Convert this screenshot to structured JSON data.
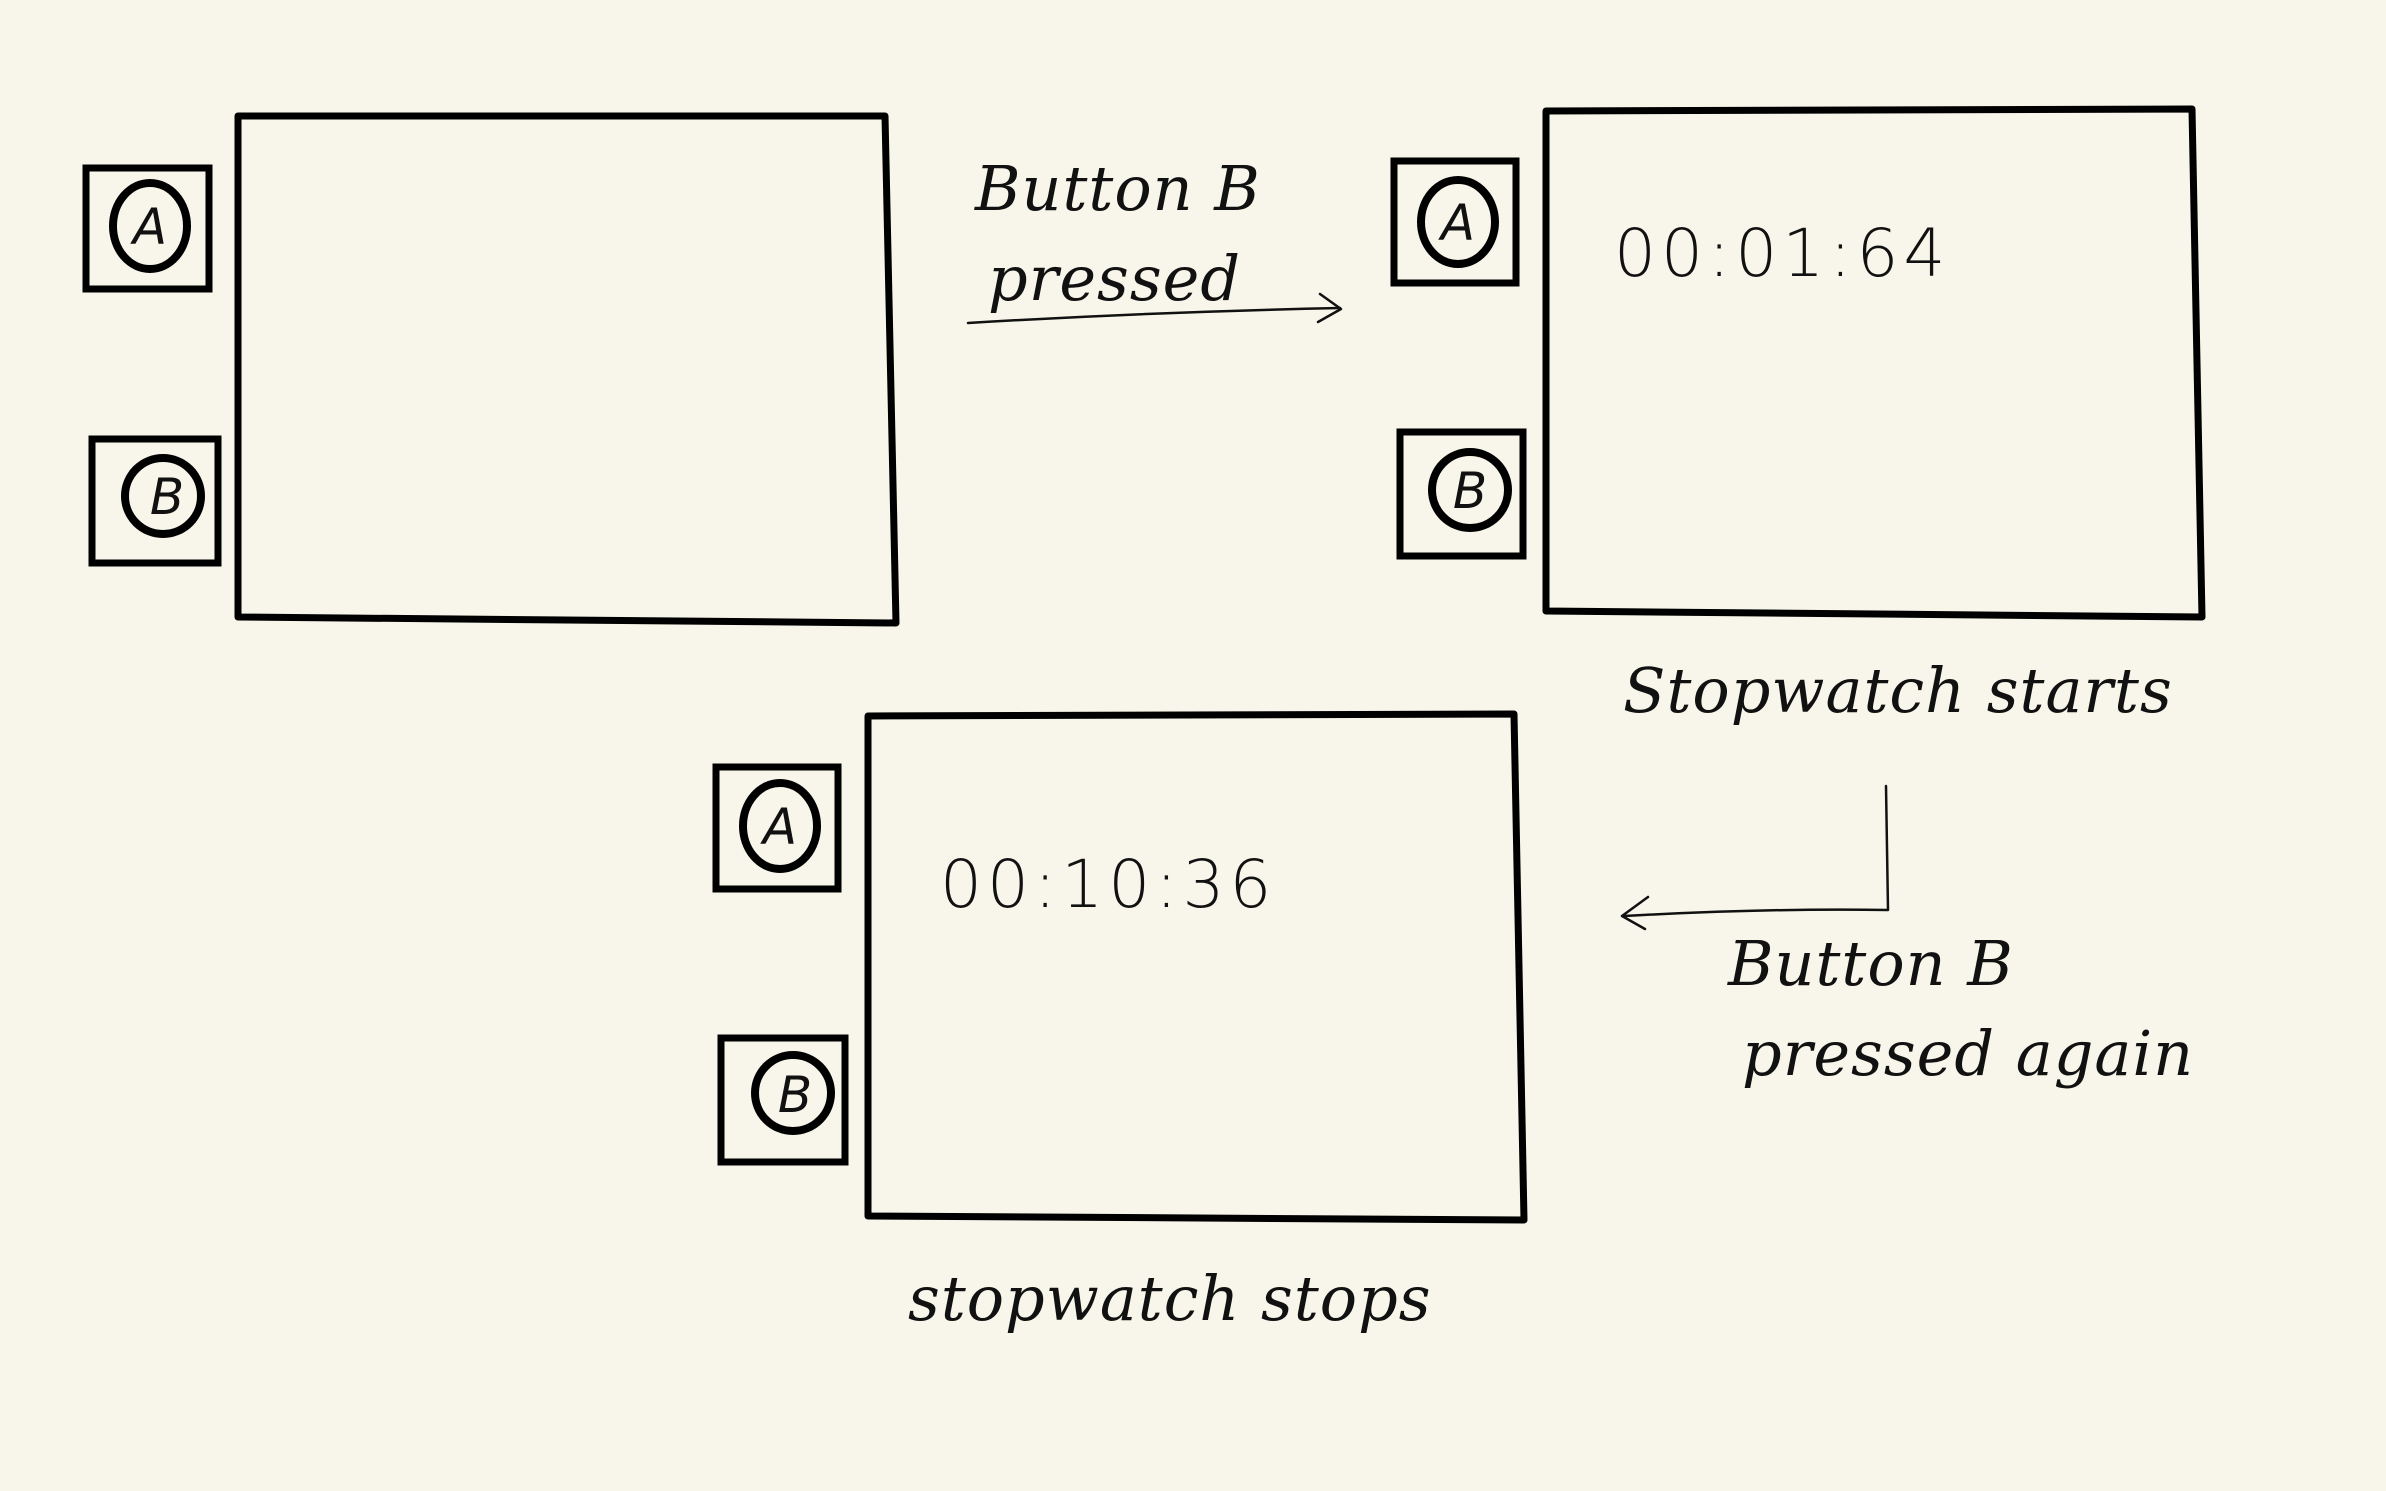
{
  "panels": {
    "initial": {
      "button_a": "A",
      "button_b": "B"
    },
    "running": {
      "button_a": "A",
      "button_b": "B",
      "time": "00:01:64"
    },
    "stopped": {
      "button_a": "A",
      "button_b": "B",
      "time": "00:10:36"
    }
  },
  "annotations": {
    "press_b_line1": "Button B",
    "press_b_line2": "pressed",
    "starts": "Stopwatch starts",
    "press_again_line1": "Button B",
    "press_again_line2": "pressed again",
    "stops": "stopwatch stops"
  }
}
